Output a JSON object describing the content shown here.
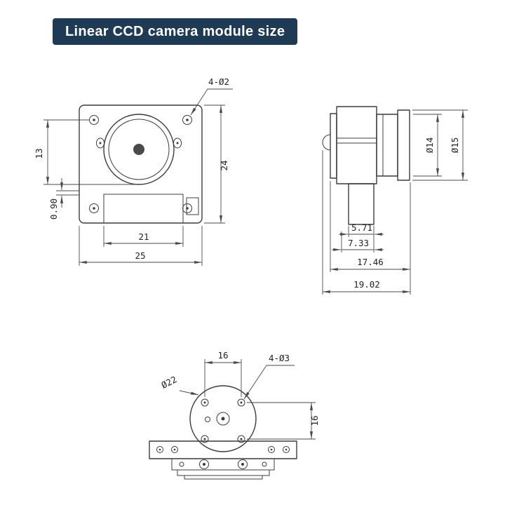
{
  "page": {
    "background": "#ffffff",
    "badge": {
      "label": "Linear CCD camera module size",
      "bg_color": "#1e3a54",
      "text_color": "#ffffff"
    }
  },
  "front_view": {
    "dims": {
      "corner_holes": "4-Ø2",
      "hole_to_lens": "13",
      "pcb_gap": "0.90",
      "connector_width": "21",
      "body_width": "25",
      "body_height": "24"
    }
  },
  "side_view": {
    "dims": {
      "barrel_diameter": "Ø14",
      "front_ring_diameter": "Ø15",
      "connector_depth": "5.71",
      "step_depth": "7.33",
      "module_depth": "17.46",
      "total_depth": "19.02"
    }
  },
  "bottom_view": {
    "dims": {
      "hole_spacing_horizontal": "16",
      "mount_holes": "4-Ø3",
      "boss_diameter": "Ø22",
      "hole_spacing_vertical": "16"
    }
  }
}
